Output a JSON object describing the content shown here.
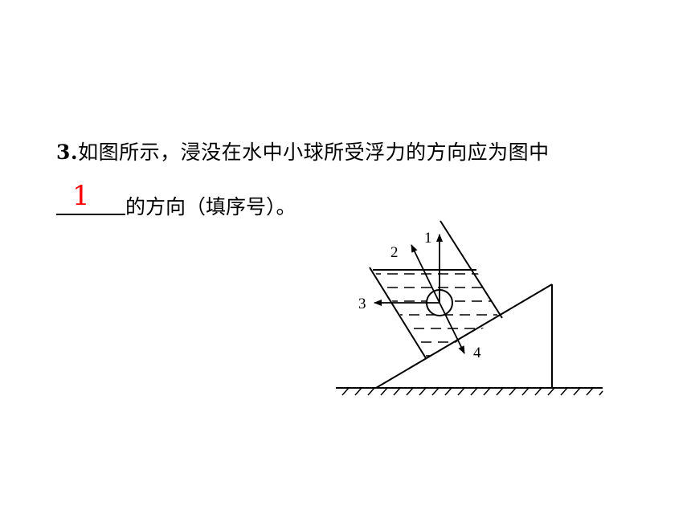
{
  "question": {
    "number": "3.",
    "line1": "如图所示，浸没在水中小球所受浮力的方向应为图中",
    "line2_suffix": "的方向（填序号）。",
    "answer": "1"
  },
  "figure": {
    "labels": [
      "1",
      "2",
      "3",
      "4"
    ]
  }
}
